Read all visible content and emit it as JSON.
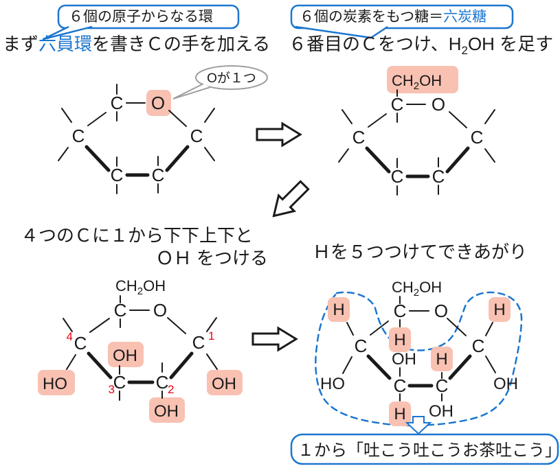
{
  "colors": {
    "blue": "#1b76cf",
    "pink": "#f8c1b2",
    "red": "#e60012",
    "gray": "#9e9e9e",
    "ink": "#1a1a1a"
  },
  "header_left": {
    "bubble": "６個の原子からなる環",
    "line_pre": "まず",
    "line_em": "六員環",
    "line_post": "を書きＣの手を加える"
  },
  "header_right": {
    "bubble_pre": "６個の炭素をもつ糖＝",
    "bubble_em": "六炭糖",
    "line_pre": "６番目のＣをつけ、H",
    "line_sub": "2",
    "line_post": "OH を足す"
  },
  "step3": {
    "line1": "４つのＣに１から下下上下と",
    "line2": "ＯＨ をつける"
  },
  "step4": {
    "line": "Ｈを５つつけてできあがり"
  },
  "footer": {
    "text": "１から「吐こう吐こうお茶吐こう」"
  },
  "labels": {
    "c": "C",
    "o": "O",
    "h": "H",
    "oh": "OH",
    "ho": "HO",
    "ch": "CH",
    "sub2": "2",
    "oh2": "OH"
  },
  "m1": {
    "bubble": "Oが１つ"
  },
  "m3": {
    "n1": "1",
    "n2": "2",
    "n3": "3",
    "n4": "4"
  }
}
